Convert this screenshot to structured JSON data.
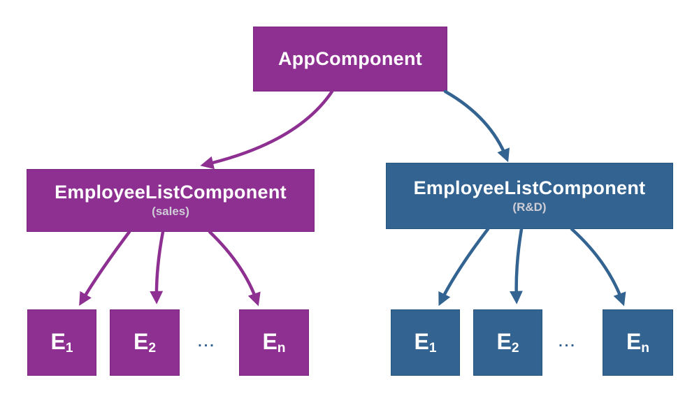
{
  "colors": {
    "purple": "#8e2f92",
    "purple_border": "#7b2680",
    "blue": "#336391",
    "blue_border": "#27567f",
    "label_text": "#ffffff",
    "subtitle_text": "#cfcdd6",
    "ellipsis": "#2d5f93",
    "background": "#ffffff"
  },
  "root": {
    "label": "AppComponent"
  },
  "branches": [
    {
      "label": "EmployeeListComponent",
      "sublabel": "(sales)",
      "theme": "purple",
      "ellipsis": "...",
      "children": [
        {
          "base": "E",
          "sub": "1"
        },
        {
          "base": "E",
          "sub": "2"
        },
        {
          "base": "E",
          "sub": "n"
        }
      ]
    },
    {
      "label": "EmployeeListComponent",
      "sublabel": "(R&D)",
      "theme": "blue",
      "ellipsis": "...",
      "children": [
        {
          "base": "E",
          "sub": "1"
        },
        {
          "base": "E",
          "sub": "2"
        },
        {
          "base": "E",
          "sub": "n"
        }
      ]
    }
  ]
}
